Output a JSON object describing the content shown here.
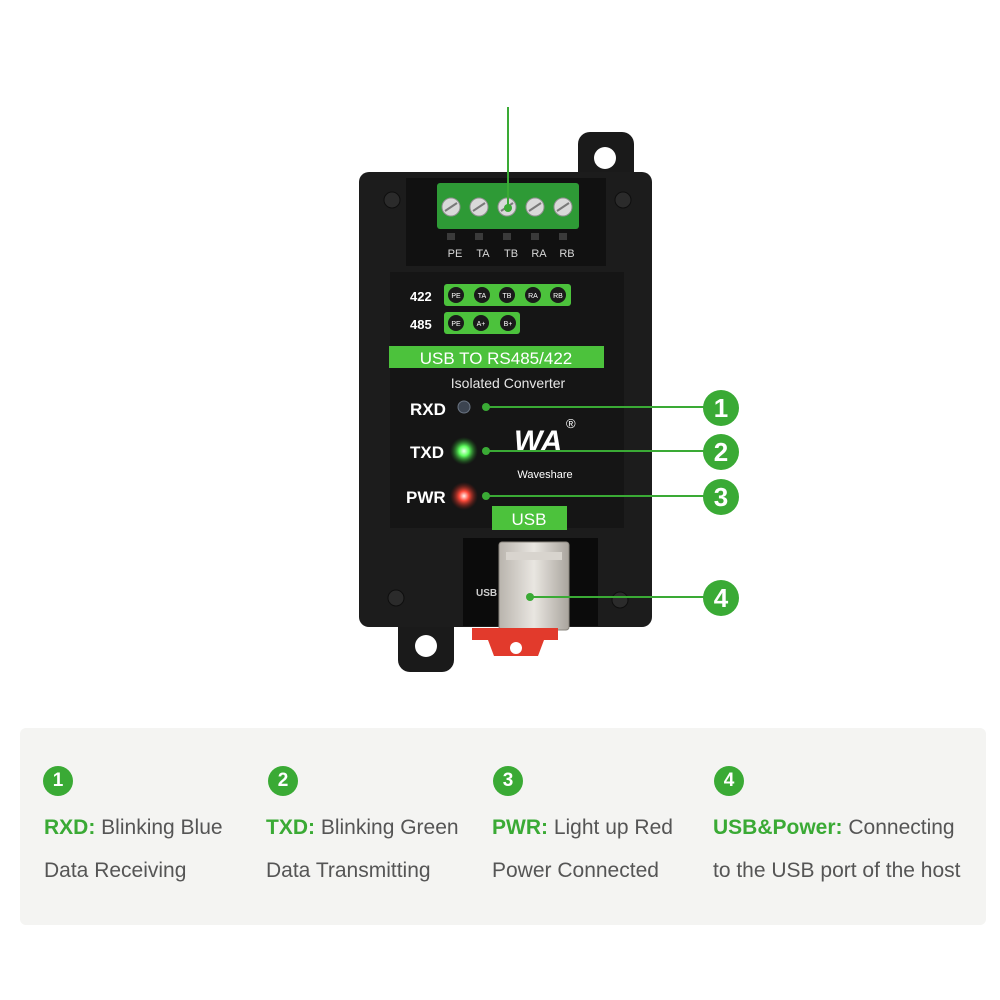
{
  "device": {
    "terminal_labels": [
      "PE",
      "TA",
      "TB",
      "RA",
      "RB"
    ],
    "row_422_label": "422",
    "row_422_pins": [
      "PE",
      "TA",
      "TB",
      "RA",
      "RB"
    ],
    "row_485_label": "485",
    "row_485_pins": [
      "PE",
      "A+",
      "B+"
    ],
    "banner": "USB TO RS485/422",
    "subtitle": "Isolated Converter",
    "led_labels": [
      "RXD",
      "TXD",
      "PWR"
    ],
    "brand": "Waveshare",
    "logo": "WA",
    "registered": "®",
    "usb_tab": "USB",
    "usb_port_label": "USB",
    "colors": {
      "accent": "#3aaa35",
      "panel_green": "#4cc23c",
      "body": "#1c1c1c",
      "led_green": "#5dff5d",
      "led_red": "#ff4a3a"
    }
  },
  "callouts": [
    "1",
    "2",
    "3",
    "4"
  ],
  "legend": [
    {
      "number": "1",
      "key": "RXD:",
      "value": " Blinking Blue",
      "sub": "Data Receiving"
    },
    {
      "number": "2",
      "key": "TXD:",
      "value": " Blinking Green",
      "sub": "Data Transmitting"
    },
    {
      "number": "3",
      "key": "PWR:",
      "value": " Light up Red",
      "sub": "Power Connected"
    },
    {
      "number": "4",
      "key": "USB&Power:",
      "value": " Connecting",
      "sub": "to the USB port of the host"
    }
  ]
}
